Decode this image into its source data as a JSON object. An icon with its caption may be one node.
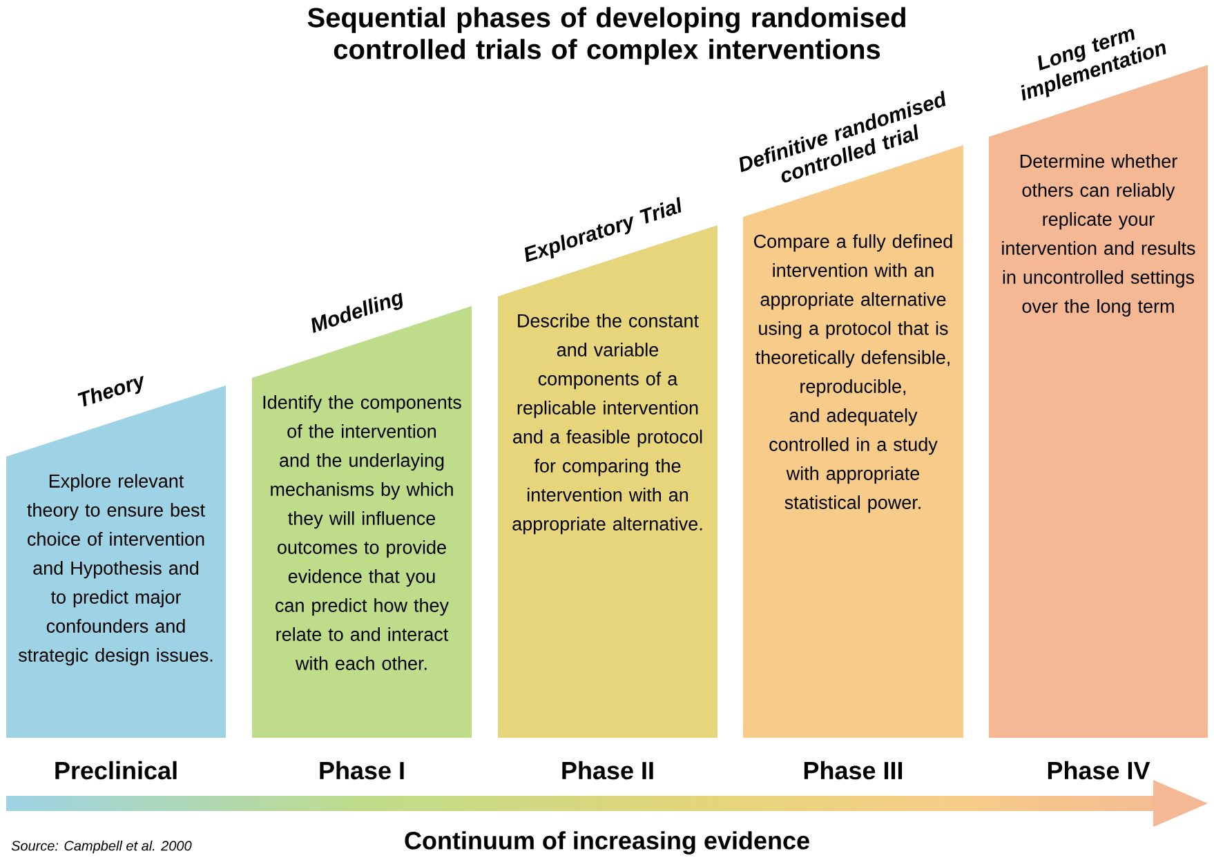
{
  "diagram": {
    "title": "Sequential phases of developing randomised controlled trials of complex interventions",
    "nodes": [
      {
        "text": [
          "Theory",
          "Explore relevant theory to ensure best choice of intervention and Hypothesis and to predict major confounders and strategic design issues."
        ],
        "beside": [
          "Preclinical"
        ]
      },
      {
        "text": [
          "Modelling",
          "Identify the components of the intervention and the underlaying mechanisms by which they will influence outcomes to provide evidence that you can predict how they relate to and interact with each other."
        ],
        "beside": [
          "Phase I"
        ]
      },
      {
        "text": [
          "Exploratory Trial",
          "Describe the constant and variable components of a replicable intervention and a feasible protocol for comparing the intervention with an appropriate alternative."
        ],
        "beside": [
          "Phase II"
        ]
      },
      {
        "text": [
          "Definitive randomised controlled trial",
          "Compare a fully defined intervention with an appropriate alternative using a protocol that is theoretically defensible, reproducible, and adequately controlled in a study with appropriate statistical power."
        ],
        "beside": [
          "Phase III"
        ]
      },
      {
        "text": [
          "Long term implementation",
          "Determine whether others can reliably replicate your intervention and results in uncontrolled settings over the long term"
        ],
        "beside": [
          "Phase IV"
        ]
      }
    ],
    "labels": [
      "Continuum of increasing evidence",
      "Source: Campbell et al. 2000"
    ]
  }
}
